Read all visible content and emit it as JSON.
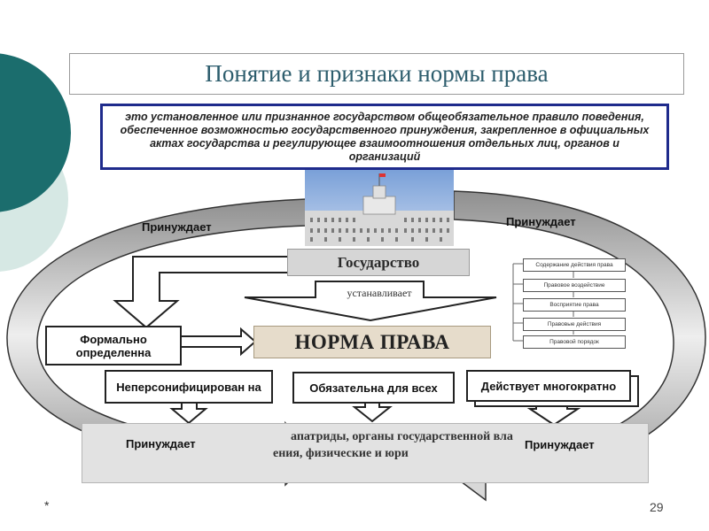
{
  "title": "Понятие и признаки нормы права",
  "definition": "это установленное или признанное государством общеобязательное правило поведения, обеспеченное возможностью государственного принуждения, закрепленное в официальных актах государства и регулирующее взаимоотношения отдельных лиц, органов и организаций",
  "state_label": "Государство",
  "establishes_label": "устанавливает",
  "norm_label": "НОРМА ПРАВА",
  "coerces": {
    "top_left": "Принуждает",
    "top_right": "Принуждает",
    "bottom_left": "Принуждает",
    "bottom_right": "Принуждает"
  },
  "features": {
    "formal": "Формально определенна",
    "impersonal": "Неперсонифицирован на",
    "mandatory": "Обязательна для всех",
    "repeated": "Действует многократно"
  },
  "subjects_text": {
    "line1": "апатриды, органы государственной вла",
    "line2": "ения, физические и юри"
  },
  "action_diagram": {
    "items": [
      "Содержание действия права",
      "Правовое воздействие",
      "Восприятие права",
      "Правовые действия",
      "Правовой порядок"
    ]
  },
  "footer": {
    "star": "*",
    "page": "29"
  },
  "colors": {
    "title": "#2d5d6d",
    "definition_border": "#1f2b8c",
    "teal": "#1b6d6d",
    "light_teal": "#d6e8e4"
  },
  "icons": {
    "building": "government-building-photo"
  }
}
